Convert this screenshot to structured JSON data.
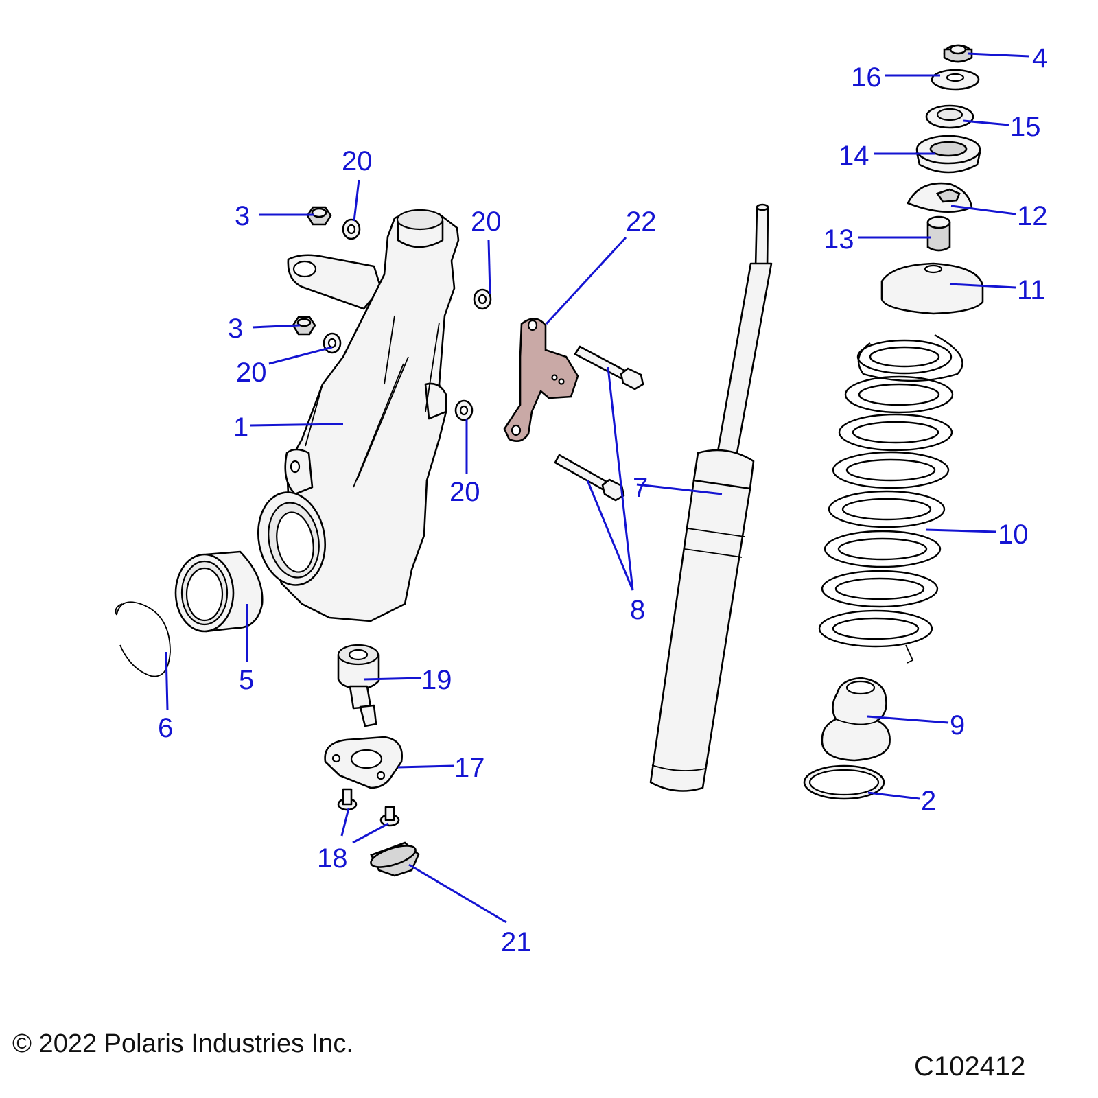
{
  "callouts": {
    "c1": "1",
    "c2": "2",
    "c3a": "3",
    "c3b": "3",
    "c4": "4",
    "c5": "5",
    "c6": "6",
    "c7": "7",
    "c8": "8",
    "c9": "9",
    "c10": "10",
    "c11": "11",
    "c12": "12",
    "c13": "13",
    "c14": "14",
    "c15": "15",
    "c16": "16",
    "c17": "17",
    "c18": "18",
    "c19": "19",
    "c20a": "20",
    "c20b": "20",
    "c20c": "20",
    "c20d": "20",
    "c21": "21",
    "c22": "22"
  },
  "footer": {
    "copyright": "© 2022 Polaris Industries Inc.",
    "figure_id": "C102412"
  },
  "colors": {
    "callout": "#1414d2",
    "part_fill": "#f4f4f4",
    "bracket_fill": "#c9a9a6"
  }
}
